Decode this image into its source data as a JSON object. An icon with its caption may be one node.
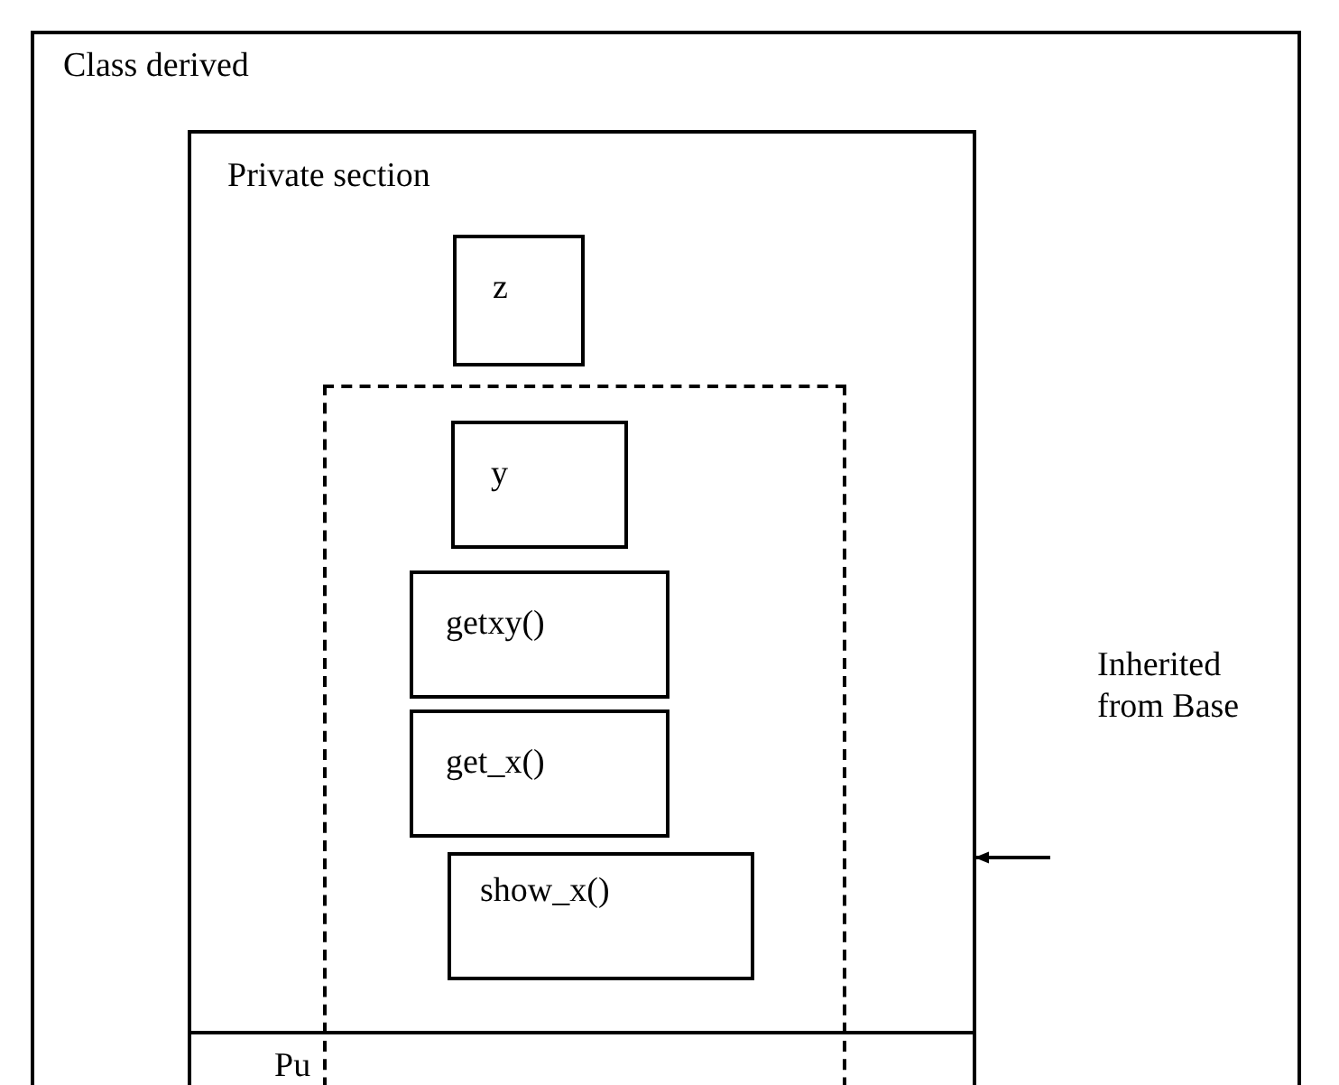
{
  "diagram": {
    "nodes": [
      {
        "text": [
          "Class derived"
        ]
      },
      {
        "text": [
          "Private section"
        ],
        "in": 0
      },
      {
        "text": [
          "z"
        ],
        "in": 1
      },
      {
        "text": [],
        "shape": "box",
        "in": 0
      },
      {
        "text": [
          "y"
        ],
        "in": 3
      },
      {
        "text": [
          "getxy()"
        ],
        "in": 3
      },
      {
        "text": [
          "get_x()"
        ],
        "in": 3
      },
      {
        "text": [
          "show_x()"
        ],
        "in": 3
      },
      {
        "text": [
          "Pu"
        ],
        "in": 0
      }
    ],
    "edges": [
      {
        "from": null,
        "to": 1,
        "arrow": "to"
      }
    ],
    "labels": [
      "Inherited from Base"
    ]
  }
}
